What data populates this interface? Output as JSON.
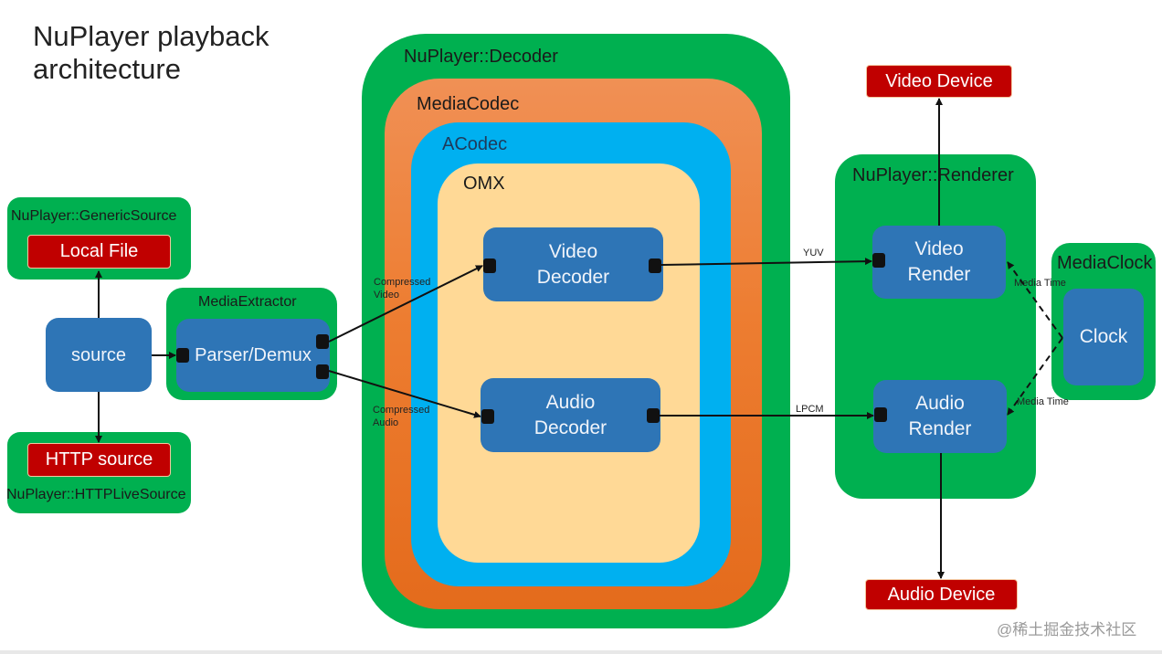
{
  "title": {
    "line1": "NuPlayer playback",
    "line2": "architecture"
  },
  "sources": {
    "generic_source_label": "NuPlayer::GenericSource",
    "local_file": "Local File",
    "source": "source",
    "http_source": "HTTP source",
    "http_live_source_label": "NuPlayer::HTTPLiveSource"
  },
  "extractor": {
    "label": "MediaExtractor",
    "parser": "Parser/Demux"
  },
  "decoder": {
    "label": "NuPlayer::Decoder",
    "mediacodec": "MediaCodec",
    "acodec": "ACodec",
    "omx": "OMX",
    "video_decoder": [
      "Video",
      "Decoder"
    ],
    "audio_decoder": [
      "Audio",
      "Decoder"
    ]
  },
  "edges": {
    "compressed_video": [
      "Compressed",
      "Video"
    ],
    "compressed_audio": [
      "Compressed",
      "Audio"
    ],
    "yuv": "YUV",
    "lpcm": "LPCM",
    "media_time_top": "Media Time",
    "media_time_bottom": "Media Time"
  },
  "renderer": {
    "label": "NuPlayer::Renderer",
    "video_render": [
      "Video",
      "Render"
    ],
    "audio_render": [
      "Audio",
      "Render"
    ]
  },
  "clock": {
    "label": "MediaClock",
    "clock": "Clock"
  },
  "devices": {
    "video": "Video Device",
    "audio": "Audio Device"
  },
  "watermark": "@稀土掘金技术社区",
  "colors": {
    "green": "#00b050",
    "orange": "#ed7d31",
    "cyan": "#00b0f0",
    "omx": "#ffd996",
    "block_blue": "#2e75b6",
    "device_red": "#c00000"
  }
}
